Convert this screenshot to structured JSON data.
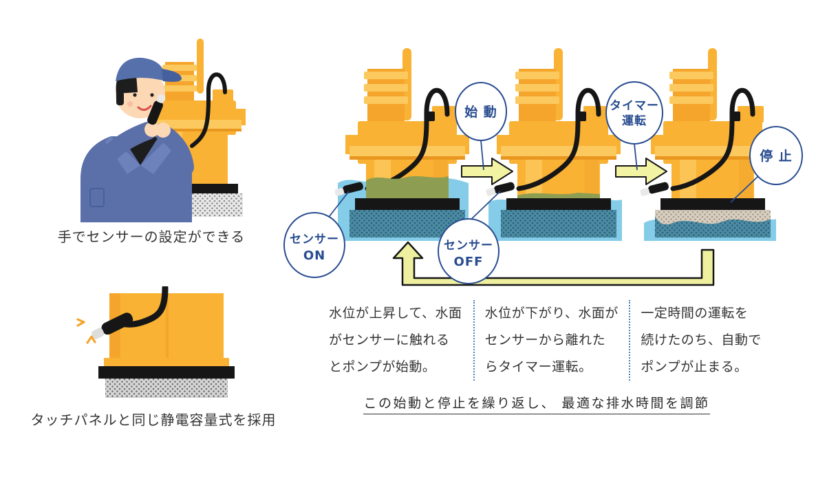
{
  "left_panel": {
    "caption_hand_setting": "手でセンサーの設定ができる",
    "caption_capacitive": "タッチパネルと同じ静電容量式を採用"
  },
  "flow_diagram": {
    "bubbles": {
      "sensor_on": {
        "line1": "センサー",
        "line2": "ON"
      },
      "start": {
        "label": "始 動"
      },
      "sensor_off": {
        "line1": "センサー",
        "line2": "OFF"
      },
      "timer_run": {
        "line1": "タイマー",
        "line2": "運転"
      },
      "stop": {
        "label": "停 止"
      }
    },
    "steps": [
      {
        "lines": [
          "水位が上昇して、水面",
          "がセンサーに触れる",
          "とポンプが始動。"
        ]
      },
      {
        "lines": [
          "水位が下がり、水面が",
          "センサーから離れた",
          "らタイマー運転。"
        ]
      },
      {
        "lines": [
          "一定時間の運転を",
          "続けたのち、自動で",
          "ポンプが止まる。"
        ]
      }
    ],
    "footer_note": "この始動と停止を繰り返し、 最適な排水時間を調節"
  },
  "colors": {
    "accent_navy": "#274b8f",
    "pump_yellow": "#f9b234",
    "pump_yellow_light": "#fcc95f",
    "water_blue": "#85cce9",
    "submerged_olive": "#8d9d52",
    "strainer_teal": "#4d8ba3",
    "strainer_tan": "#d8cfc0",
    "arrow_yellow": "#f3f3a4",
    "text_dark": "#333333"
  }
}
